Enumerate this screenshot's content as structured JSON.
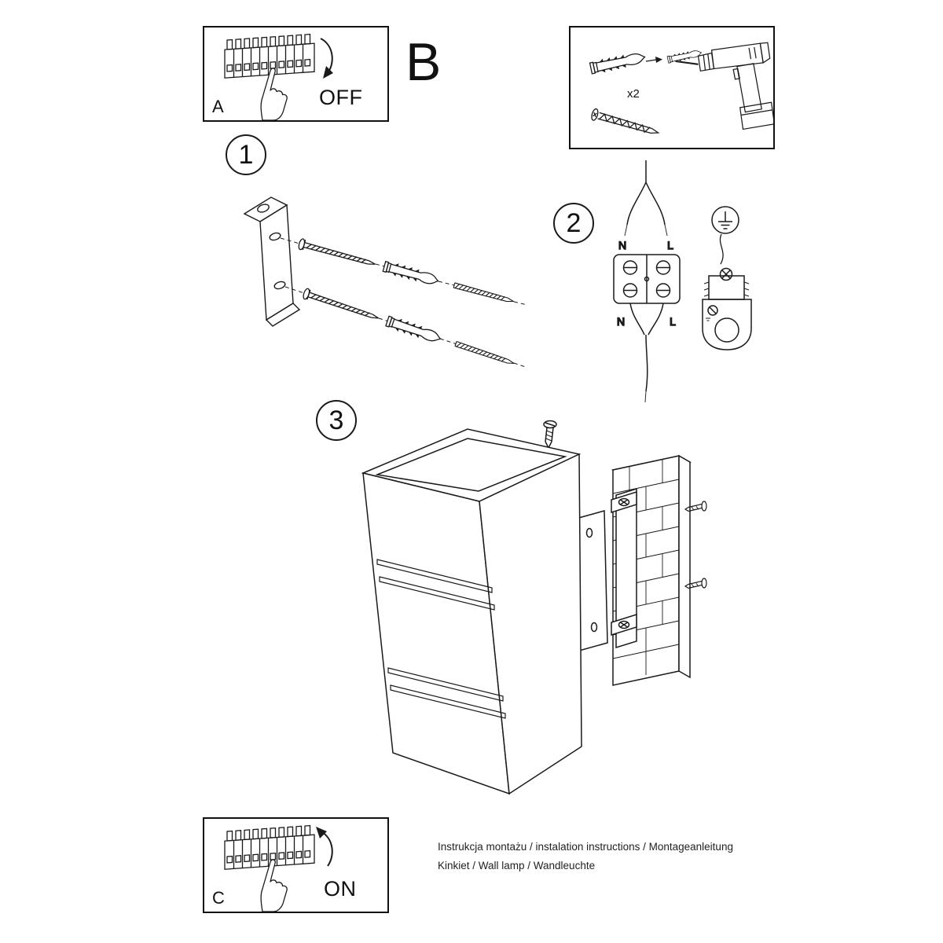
{
  "document": {
    "bg": "#ffffff",
    "ink": "#1a1a1a"
  },
  "panel_a": {
    "label": "A",
    "action": "OFF"
  },
  "section_label": "B",
  "hardware_box": {
    "quantity": "x2"
  },
  "steps": {
    "one": "1",
    "two": "2",
    "three": "3"
  },
  "wiring": {
    "n_top": "N",
    "l_top": "L",
    "n_bottom": "N",
    "l_bottom": "L"
  },
  "panel_c": {
    "label": "C",
    "action": "ON"
  },
  "footer": {
    "line1": "Instrukcja montażu / instalation instructions / Montageanleitung",
    "line2": "Kinkiet / Wall lamp / Wandleuchte"
  }
}
